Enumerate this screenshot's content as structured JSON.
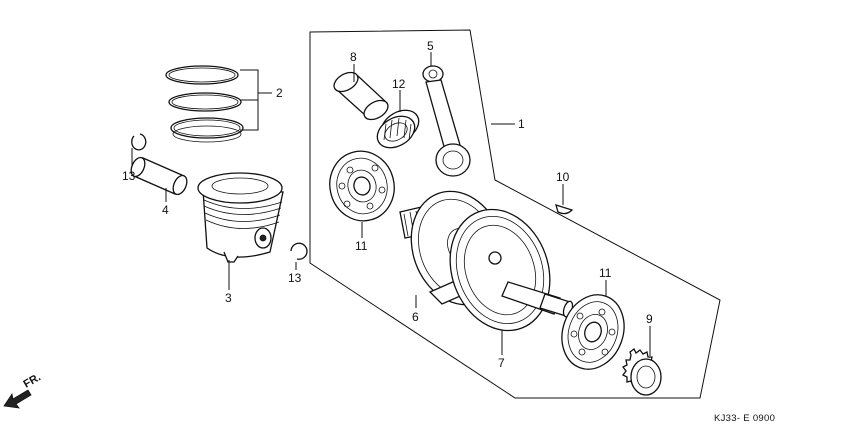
{
  "diagram": {
    "code": "KJ33- E 0900",
    "direction_label": "FR.",
    "callouts": [
      {
        "id": "c1",
        "text": "1"
      },
      {
        "id": "c2",
        "text": "2"
      },
      {
        "id": "c3",
        "text": "3"
      },
      {
        "id": "c4",
        "text": "4"
      },
      {
        "id": "c5",
        "text": "5"
      },
      {
        "id": "c6",
        "text": "6"
      },
      {
        "id": "c7",
        "text": "7"
      },
      {
        "id": "c8",
        "text": "8"
      },
      {
        "id": "c9",
        "text": "9"
      },
      {
        "id": "c10",
        "text": "10"
      },
      {
        "id": "c11a",
        "text": "11"
      },
      {
        "id": "c11b",
        "text": "11"
      },
      {
        "id": "c12",
        "text": "12"
      },
      {
        "id": "c13a",
        "text": "13"
      },
      {
        "id": "c13b",
        "text": "13"
      }
    ]
  }
}
